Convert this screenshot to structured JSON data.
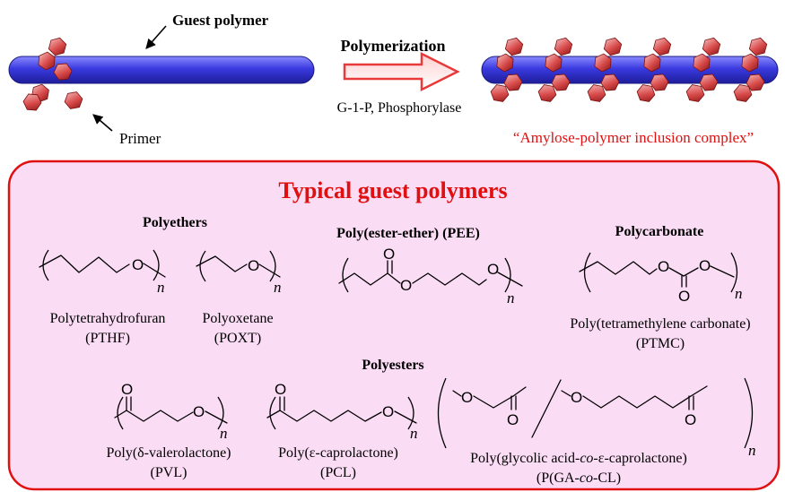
{
  "top": {
    "guest_polymer_label": "Guest polymer",
    "primer_label": "Primer",
    "arrow_title": "Polymerization",
    "arrow_subtitle": "G-1-P, Phosphorylase",
    "complex_label": "“Amylose-polymer inclusion complex”"
  },
  "colors": {
    "rod": "#3a3ae0",
    "glucose_fill": "#d84a4a",
    "arrow_red": "#e83a3a",
    "box_border": "#e01010",
    "box_fill": "#fbdcf5",
    "title_red": "#e01010",
    "complex_red": "#e01010"
  },
  "box": {
    "title": "Typical guest polymers",
    "categories": {
      "polyethers": "Polyethers",
      "pee": "Poly(ester-ether) (PEE)",
      "polycarbonate": "Polycarbonate",
      "polyesters": "Polyesters"
    },
    "polymers": {
      "pthf": {
        "name": "Polytetrahydrofuran",
        "abbr": "(PTHF)"
      },
      "poxt": {
        "name": "Polyoxetane",
        "abbr": "(POXT)"
      },
      "ptmc": {
        "name": "Poly(tetramethylene carbonate)",
        "abbr": "(PTMC)"
      },
      "pvl": {
        "name": "Poly(δ-valerolactone)",
        "abbr": "(PVL)"
      },
      "pcl": {
        "name": "Poly(ε-caprolactone)",
        "abbr": "(PCL)"
      },
      "pgacl": {
        "name_parts": [
          "Poly(glycolic acid-",
          "co",
          "-ε-caprolactone)"
        ],
        "abbr_parts": [
          "(P(GA-",
          "co",
          "-CL)"
        ]
      }
    },
    "atoms": {
      "oxygen": "O",
      "repeat": "n"
    }
  }
}
